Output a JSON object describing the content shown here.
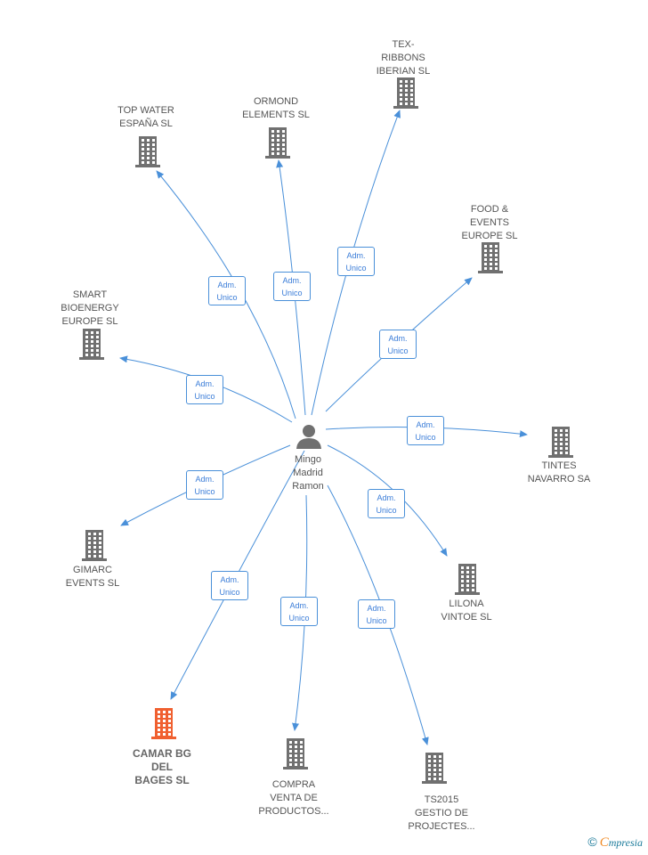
{
  "center": {
    "name": "Mingo\nMadrid\nRamon"
  },
  "relation_label": "Adm.\nUnico",
  "colors": {
    "edge": "#4a90d9",
    "building": "#707070",
    "building_highlight": "#f06030"
  },
  "companies": [
    {
      "id": "top-water",
      "name": "TOP WATER\nESPAÑA  SL",
      "highlight": false
    },
    {
      "id": "ormond",
      "name": "ORMOND\nELEMENTS SL",
      "highlight": false
    },
    {
      "id": "tex-ribbons",
      "name": "TEX-\nRIBBONS\nIBERIAN  SL",
      "highlight": false
    },
    {
      "id": "food-events",
      "name": "FOOD &\nEVENTS\nEUROPE  SL",
      "highlight": false
    },
    {
      "id": "smart-bioenergy",
      "name": "SMART\nBIOENERGY\nEUROPE  SL",
      "highlight": false
    },
    {
      "id": "tintes-navarro",
      "name": "TINTES\nNAVARRO SA",
      "highlight": false
    },
    {
      "id": "gimarc",
      "name": "GIMARC\nEVENTS SL",
      "highlight": false
    },
    {
      "id": "lilona",
      "name": "LILONA\nVINTOE SL",
      "highlight": false
    },
    {
      "id": "camar-bg",
      "name": "CAMAR BG\nDEL\nBAGES  SL",
      "highlight": true
    },
    {
      "id": "compra-venta",
      "name": "COMPRA\nVENTA DE\nPRODUCTOS...",
      "highlight": false
    },
    {
      "id": "ts2015",
      "name": "TS2015\nGESTIO DE\nPROJECTES...",
      "highlight": false
    }
  ],
  "brand": {
    "copyright": "©",
    "e": "C",
    "rest": "mpresia"
  }
}
